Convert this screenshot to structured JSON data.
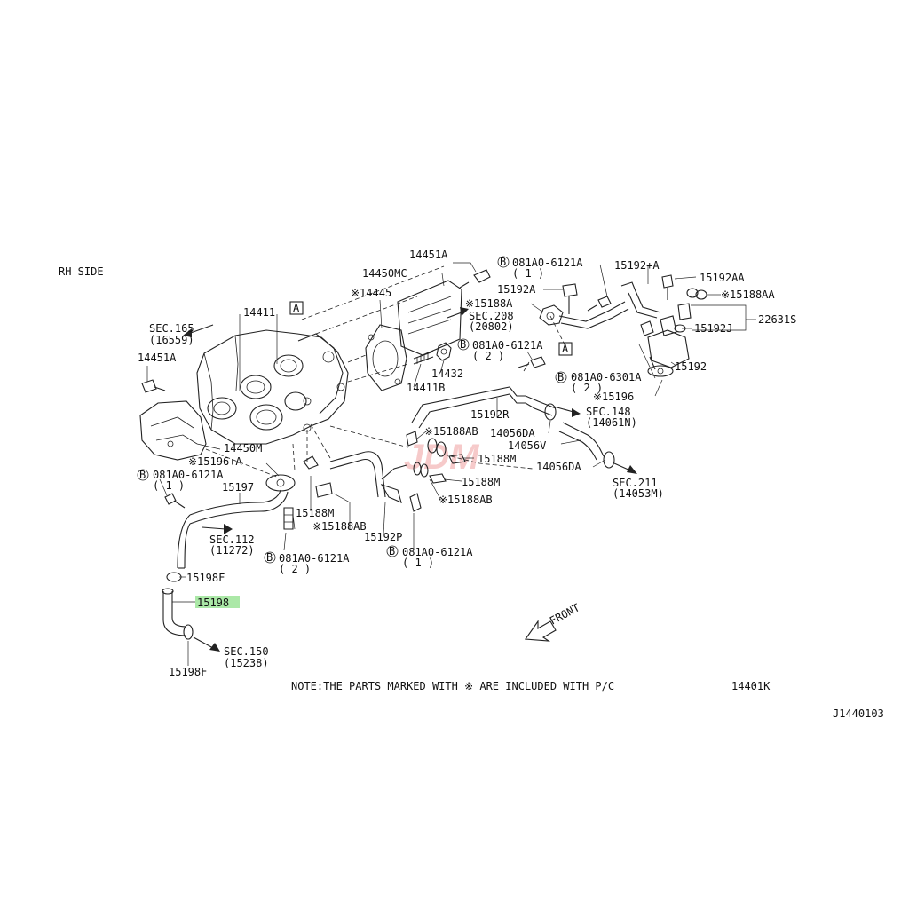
{
  "side_label": "RH SIDE",
  "note": "NOTE:THE PARTS MARKED WITH ※ ARE INCLUDED WITH P/C",
  "note_pc": "14401K",
  "drawing_id": "J1440103",
  "front_label": "FRONT",
  "watermark": "JDM",
  "highlight_color": "#8fe08a",
  "parts": {
    "p14451A_top": "14451A",
    "p14450MC": "14450MC",
    "p14445": "※14445",
    "p14411": "14411",
    "marker_a1": "A",
    "sec165": "SEC.165",
    "sec165_ref": "(16559)",
    "p14451A_left": "14451A",
    "p14450M": "14450M",
    "p15196A": "※15196+A",
    "b_081A0_6121A_1": "081A0-6121A",
    "b_081A0_6121A_1_qty": "( 1 )",
    "p15197": "15197",
    "sec112": "SEC.112",
    "sec112_ref": "(11272)",
    "p15188M_a": "15188M",
    "p15188AB_a": "※15188AB",
    "b_081A0_6121A_2": "081A0-6121A",
    "b_081A0_6121A_2_qty": "( 2 )",
    "p15198F_a": "15198F",
    "p15198": "15198",
    "sec150": "SEC.150",
    "sec150_ref": "(15238)",
    "p15198F_b": "15198F",
    "p15192P": "15192P",
    "b_081A0_6121A_3": "081A0-6121A",
    "b_081A0_6121A_3_qty": "( 1 )",
    "p15188M_b": "15188M",
    "p15188AB_b": "※15188AB",
    "p15188M_c": "15188M",
    "p15188AB_c": "※15188AB",
    "sec208": "SEC.208",
    "sec208_ref": "(20802)",
    "p14432": "14432",
    "p14411B": "14411B",
    "b_081A0_6121A_4": "081A0-6121A",
    "b_081A0_6121A_4_qty": "( 2 )",
    "p15192R": "15192R",
    "p14056DA_a": "14056DA",
    "p14056V": "14056V",
    "p14056DA_b": "14056DA",
    "sec211": "SEC.211",
    "sec211_ref": "(14053M)",
    "sec148": "SEC.148",
    "sec148_ref": "(14061N)",
    "p15196": "※15196",
    "b_081A0_6301A": "081A0-6301A",
    "b_081A0_6301A_qty": "( 2 )",
    "p15192": "15192",
    "p15192J": "15192J",
    "p22631S": "22631S",
    "p15188AA": "※15188AA",
    "p15192AA": "15192AA",
    "p15192A_plus": "15192+A",
    "b_081A0_6121A_5": "081A0-6121A",
    "b_081A0_6121A_5_qty": "( 1 )",
    "p15192A": "15192A",
    "p15188A": "※15188A",
    "marker_a2": "A",
    "circle_b": "B"
  }
}
